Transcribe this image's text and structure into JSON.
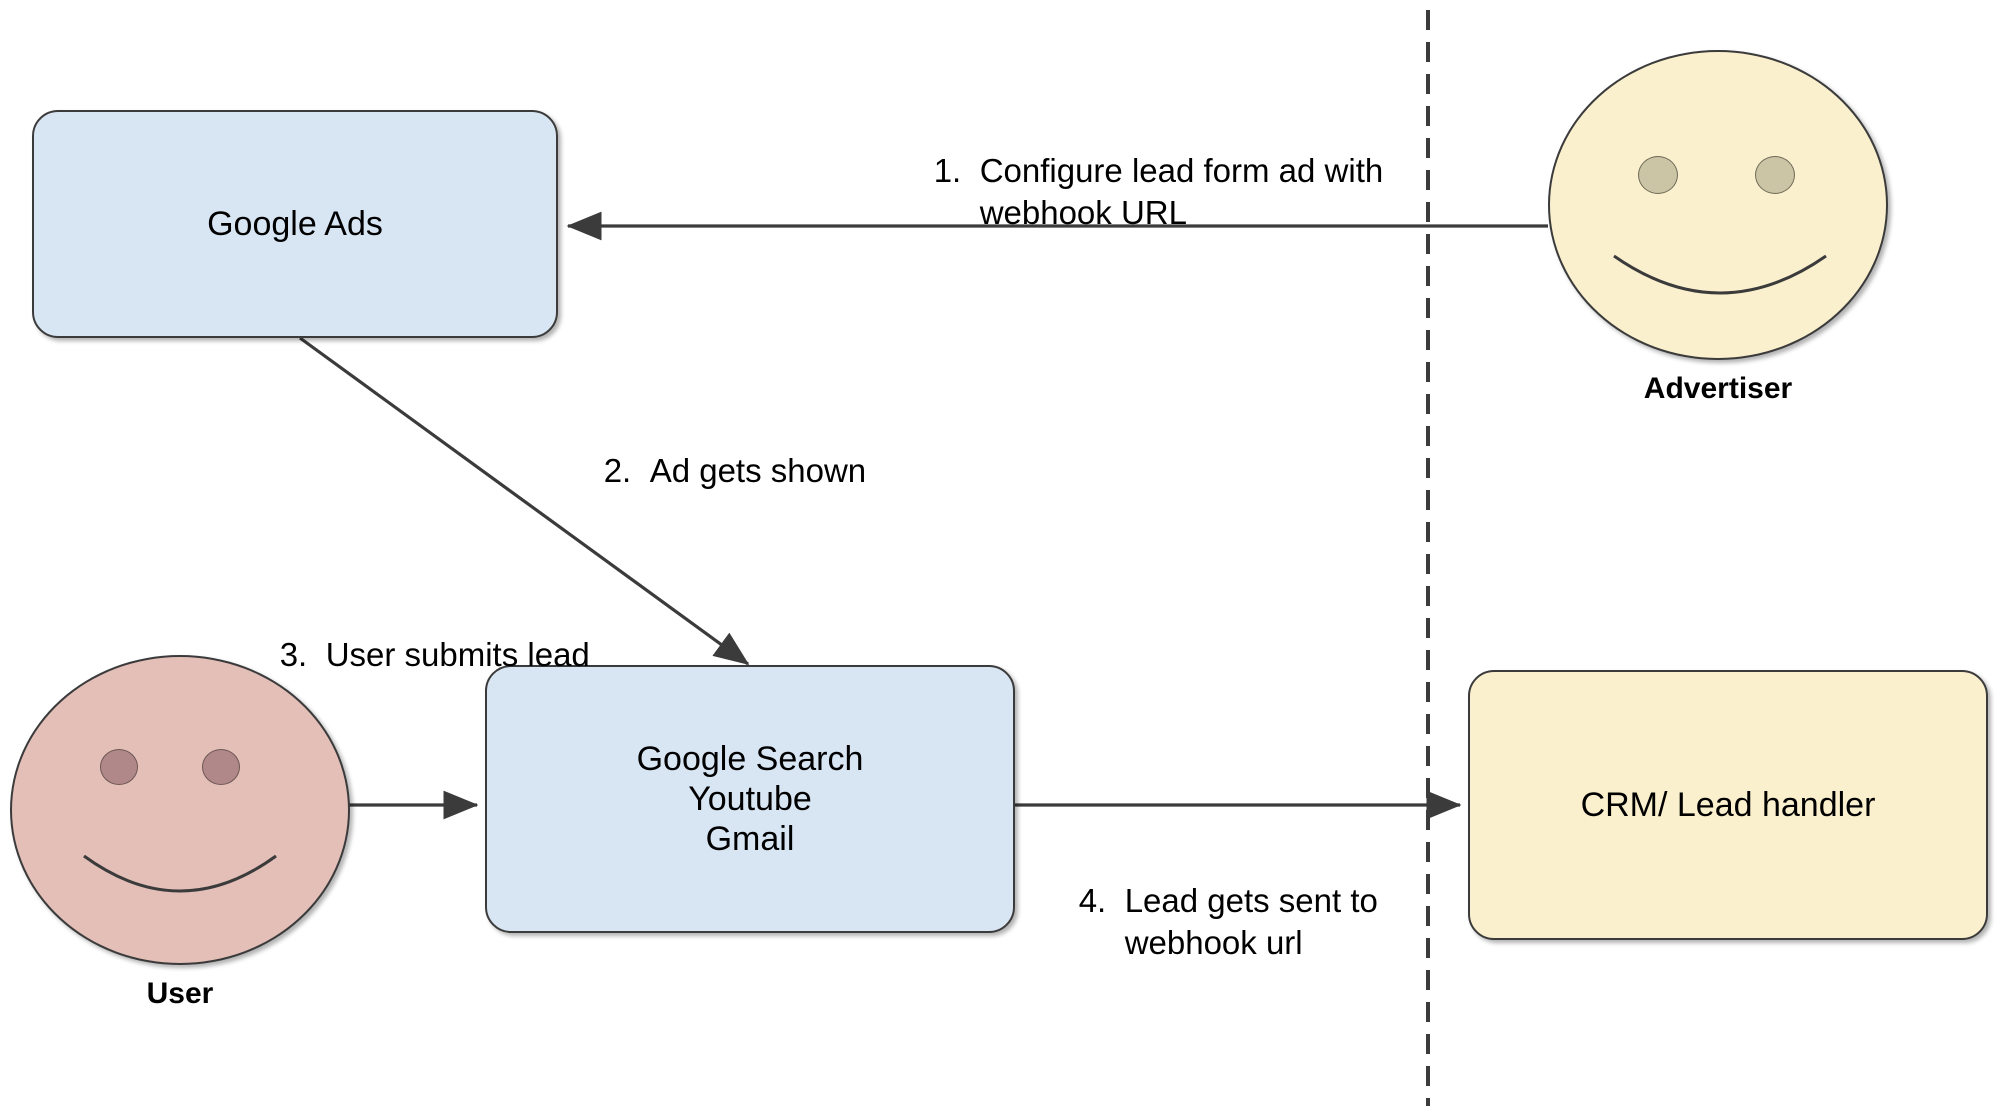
{
  "diagram": {
    "title": "Google Ads lead form webhook flow",
    "colors": {
      "box_blue_fill": "#d8e5f3",
      "box_cream_fill": "#fbf0cd",
      "box_stroke": "#3b3b3b",
      "user_face_fill": "#e3bfb8",
      "user_eye_fill": "#b1888a",
      "advertiser_face_fill": "#fbf0cd",
      "advertiser_eye_fill": "#cbc4a5",
      "edge_stroke": "#3b3b3b",
      "divider_stroke": "#3b3b3b",
      "background": "#ffffff"
    },
    "nodes": {
      "google_ads": {
        "label": "Google Ads"
      },
      "google_properties": {
        "label": "Google Search\nYoutube\nGmail"
      },
      "crm": {
        "label": "CRM/ Lead handler"
      }
    },
    "actors": {
      "advertiser": {
        "caption": "Advertiser",
        "icon": "smiley-face"
      },
      "user": {
        "caption": "User",
        "icon": "smiley-face"
      }
    },
    "steps": [
      {
        "number": "1.",
        "text": "Configure lead form ad with\nwebhook URL"
      },
      {
        "number": "2.",
        "text": "Ad gets shown"
      },
      {
        "number": "3.",
        "text": "User submits lead"
      },
      {
        "number": "4.",
        "text": "Lead gets sent to\nwebhook url"
      }
    ],
    "divider": {
      "style": "dashed",
      "orientation": "vertical"
    }
  }
}
